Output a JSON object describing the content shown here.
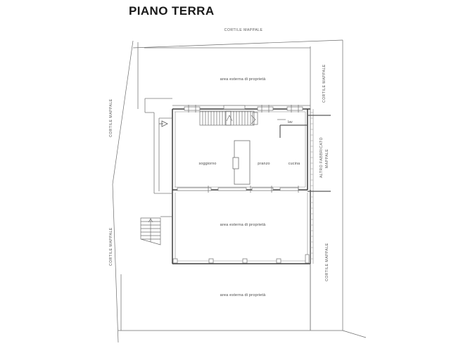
{
  "drawing": {
    "title": "PIANO TERRA",
    "type": "architectural-floor-plan",
    "language": "it"
  },
  "boundary_labels": {
    "top": "CORTILE MAPPALE",
    "left_upper": "CORTILE MAPPALE",
    "left_lower": "CORTILE MAPPALE",
    "right_upper": "CORTILE MAPPALE",
    "right_middle_line1": "ALTRO FABBRICATO",
    "right_middle_line2": "MAPPALE",
    "right_lower": "CORTILE MAPPALE"
  },
  "exterior_areas": [
    {
      "id": "area-north",
      "label": "area esterna di proprietà"
    },
    {
      "id": "area-middle",
      "label": "area esterna di proprietà"
    },
    {
      "id": "area-south",
      "label": "area esterna di proprietà"
    }
  ],
  "rooms": [
    {
      "id": "soggiorno",
      "label": "soggiorno"
    },
    {
      "id": "pranzo",
      "label": "pranzo"
    },
    {
      "id": "cucina",
      "label": "cucina"
    }
  ],
  "fixtures": [
    {
      "id": "lavabo",
      "label": "lav"
    }
  ],
  "colors": {
    "wall": "#4a4a4a",
    "thin_line": "#8a8a8a",
    "boundary_line": "#6b6b6b",
    "text": "#4a4a4a",
    "title": "#1a1a1a",
    "background": "#ffffff"
  }
}
